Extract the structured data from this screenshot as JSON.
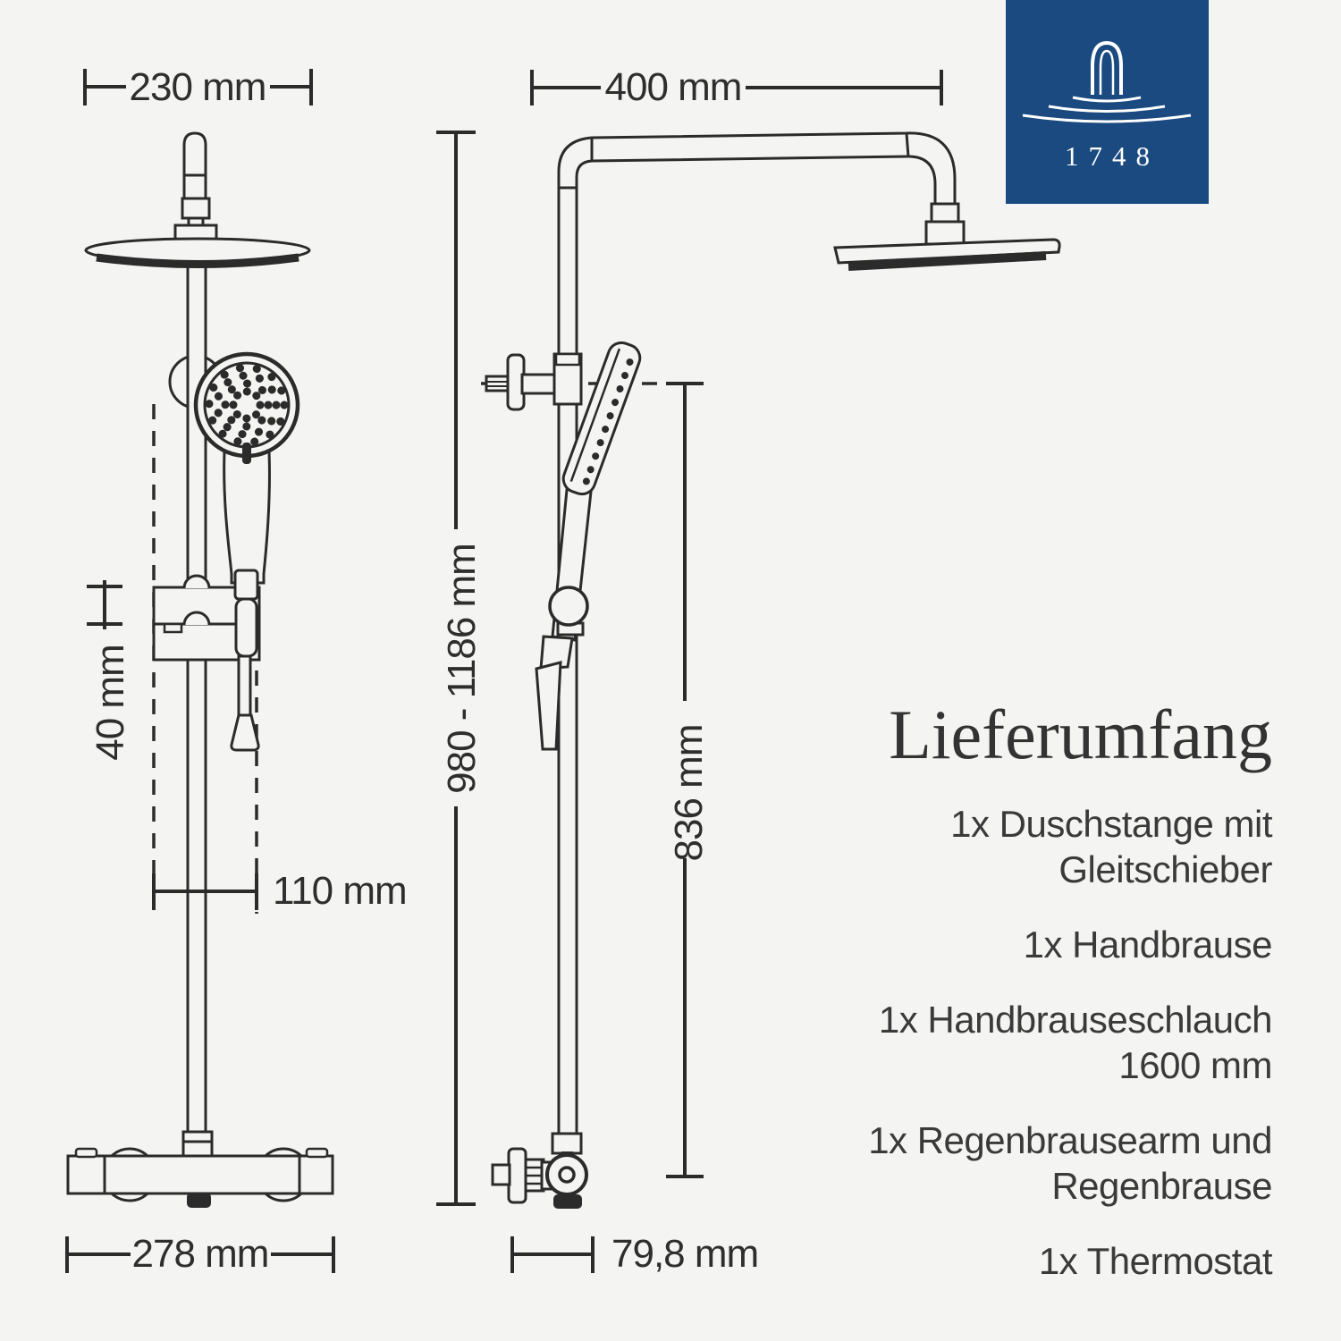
{
  "logo": {
    "year": "1748",
    "bg_color": "#1a4a80",
    "icon": "water-arch-ripples"
  },
  "dimensions": {
    "front": {
      "head_width": "230 mm",
      "slider_height": "40 mm",
      "hand_shower_offset": "110 mm",
      "thermostat_width": "278 mm"
    },
    "side": {
      "arm_length": "400 mm",
      "height_range": "980 - 1186 mm",
      "rail_height": "836 mm",
      "depth": "79,8 mm"
    }
  },
  "delivery": {
    "title": "Lieferumfang",
    "items": [
      "1x Duschstange mit\nGleitschieber",
      "1x Handbrause",
      "1x Handbrauseschlauch\n1600 mm",
      "1x Regenbrausearm und\nRegenbrause",
      "1x Thermostat"
    ]
  }
}
